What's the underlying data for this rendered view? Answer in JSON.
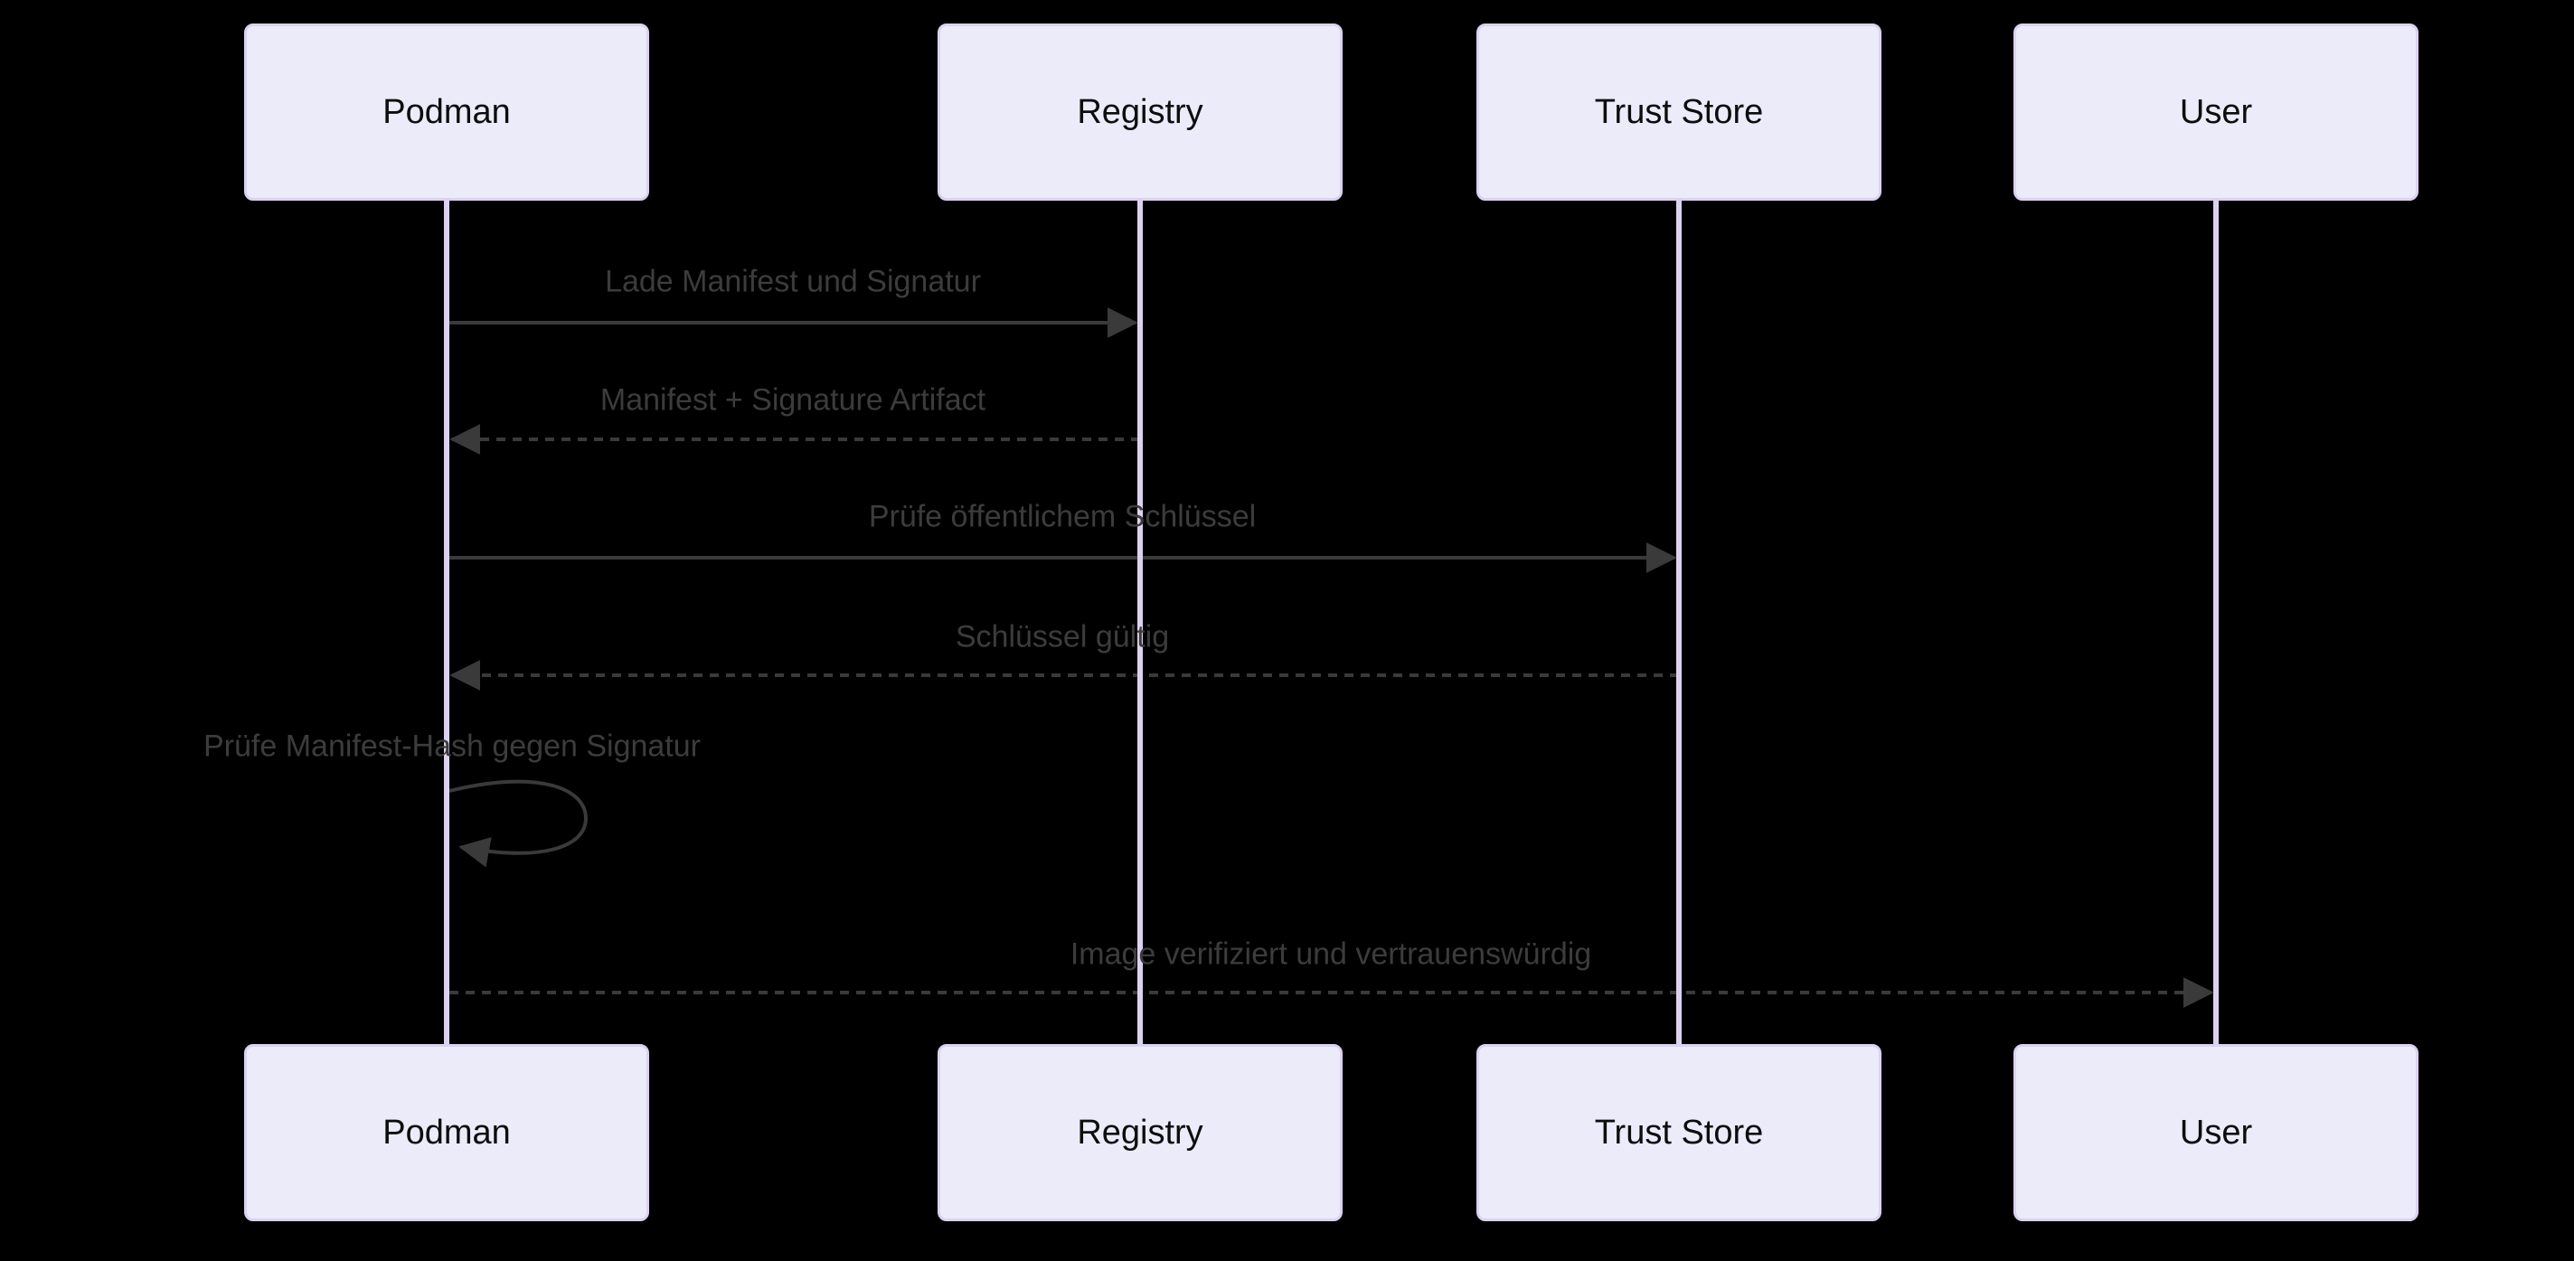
{
  "diagram": {
    "kind": "sequence-diagram",
    "background_color": "#000000",
    "colors": {
      "actor_fill": "#ecebfa",
      "actor_border": "#dcd2f0",
      "lifeline": "#dcd2f0",
      "message_line": "#3a3a3a",
      "message_text": "#3c3c3c",
      "actor_text": "#0d0d0d"
    },
    "actors": [
      {
        "name": "Podman"
      },
      {
        "name": "Registry"
      },
      {
        "name": "Trust Store"
      },
      {
        "name": "User"
      }
    ],
    "messages": [
      {
        "from": "Podman",
        "to": "Registry",
        "label": "Lade Manifest und Signatur",
        "style": "solid"
      },
      {
        "from": "Registry",
        "to": "Podman",
        "label": "Manifest + Signature Artifact",
        "style": "dashed"
      },
      {
        "from": "Podman",
        "to": "Trust Store",
        "label": "Prüfe öffentlichem Schlüssel",
        "style": "solid"
      },
      {
        "from": "Trust Store",
        "to": "Podman",
        "label": "Schlüssel gültig",
        "style": "dashed"
      },
      {
        "from": "Podman",
        "to": "Podman",
        "label": "Prüfe Manifest-Hash gegen Signatur",
        "style": "self-loop"
      },
      {
        "from": "Podman",
        "to": "User",
        "label": "Image verifiziert und vertrauenswürdig",
        "style": "dashed"
      }
    ]
  }
}
